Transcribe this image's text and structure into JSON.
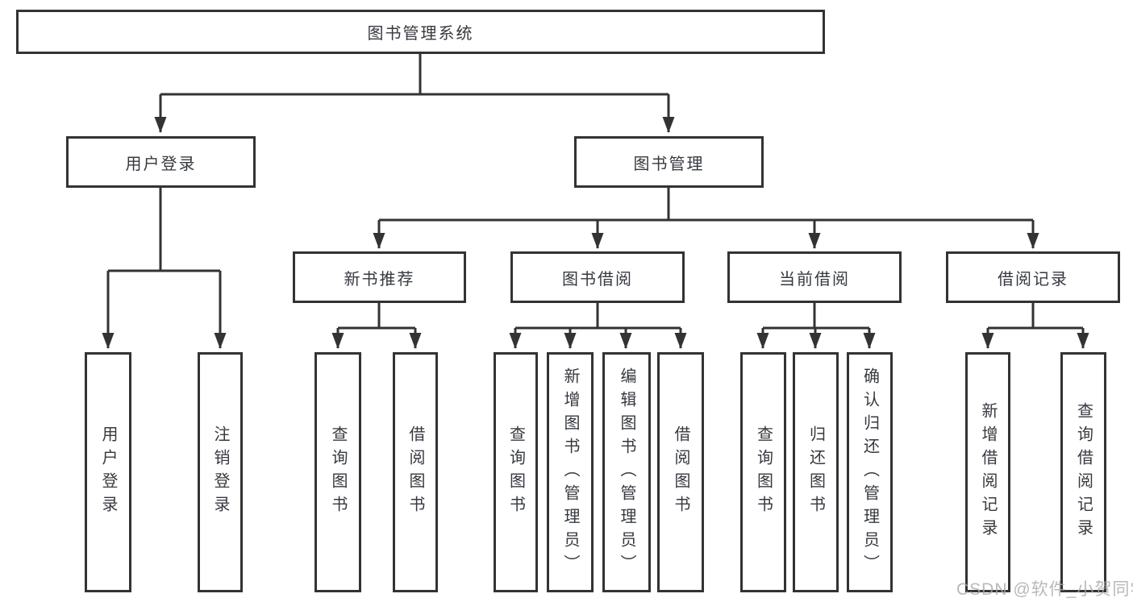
{
  "tree": {
    "label": "图书管理系统",
    "children": [
      {
        "label": "用户登录",
        "children": [
          {
            "label": "用户登录"
          },
          {
            "label": "注销登录"
          }
        ]
      },
      {
        "label": "图书管理",
        "children": [
          {
            "label": "新书推荐",
            "children": [
              {
                "label": "查询图书"
              },
              {
                "label": "借阅图书"
              }
            ]
          },
          {
            "label": "图书借阅",
            "children": [
              {
                "label": "查询图书"
              },
              {
                "label": "新增图书（管理员）"
              },
              {
                "label": "编辑图书（管理员）"
              },
              {
                "label": "借阅图书"
              }
            ]
          },
          {
            "label": "当前借阅",
            "children": [
              {
                "label": "查询图书"
              },
              {
                "label": "归还图书"
              },
              {
                "label": "确认归还（管理员）"
              }
            ]
          },
          {
            "label": "借阅记录",
            "children": [
              {
                "label": "新增借阅记录"
              },
              {
                "label": "查询借阅记录"
              }
            ]
          }
        ]
      }
    ]
  },
  "watermark": {
    "text": "CSDN @软件_小贺同学"
  },
  "colors": {
    "line": "#333333",
    "text": "#36393f",
    "watermark": "#a8a8a8",
    "background": "#ffffff"
  }
}
